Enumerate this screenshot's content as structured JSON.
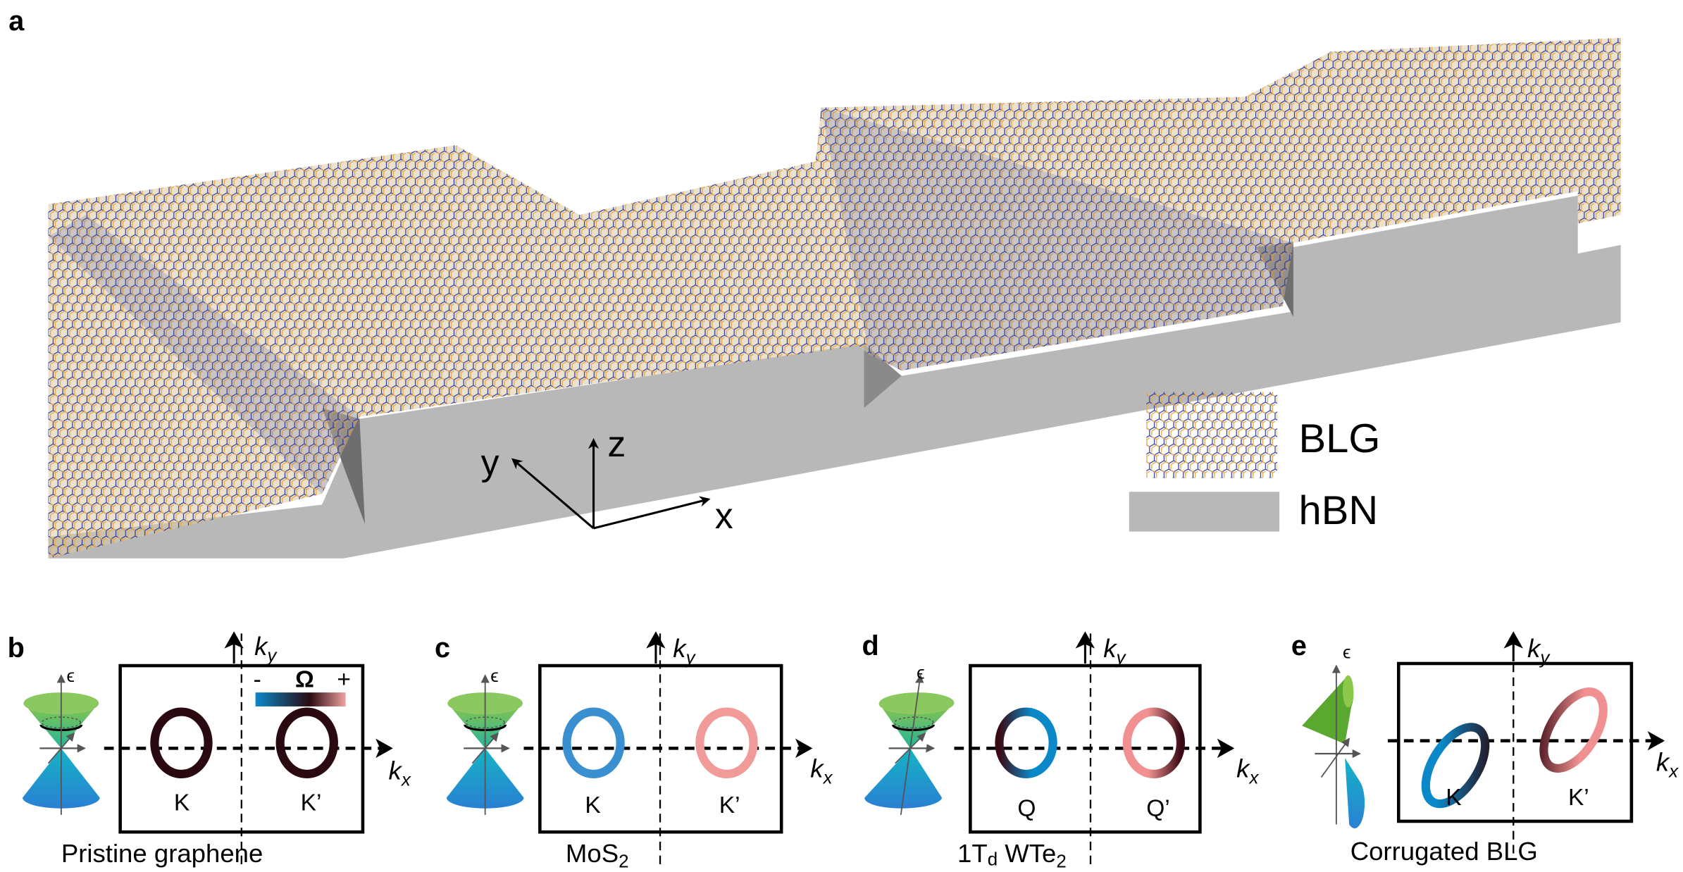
{
  "panel_labels": {
    "a": "a",
    "b": "b",
    "c": "c",
    "d": "d",
    "e": "e"
  },
  "panel_a": {
    "axes": {
      "x": "x",
      "y": "y",
      "z": "z"
    },
    "legend": {
      "blg": "BLG",
      "hbn": "hBN"
    }
  },
  "momentum_axes": {
    "k": "k",
    "x_sub": "x",
    "y_sub": "y",
    "energy": "ϵ"
  },
  "colorbar": {
    "minus": "-",
    "symbol": "Ω",
    "plus": "+"
  },
  "panels": {
    "b": {
      "caption": "Pristine graphene",
      "valley_left": "K",
      "valley_right": "K’"
    },
    "c": {
      "caption_main": "MoS",
      "caption_sub": "2",
      "valley_left": "K",
      "valley_right": "K’"
    },
    "d": {
      "caption_a": "1T",
      "caption_a_sub": "d",
      "caption_b": " WTe",
      "caption_b_sub": "2",
      "valley_left": "Q",
      "valley_right": "Q’"
    },
    "e": {
      "caption": "Corrugated BLG",
      "valley_left": "K",
      "valley_right": "K’"
    }
  },
  "colors": {
    "negative_curvature": "#0a88c8",
    "zero_curvature": "#2a0a10",
    "positive_curvature": "#f09a9a",
    "substrate": "#b8b8b8",
    "lattice_top": "#e8a848",
    "lattice_bottom": "#2a3a9a"
  }
}
